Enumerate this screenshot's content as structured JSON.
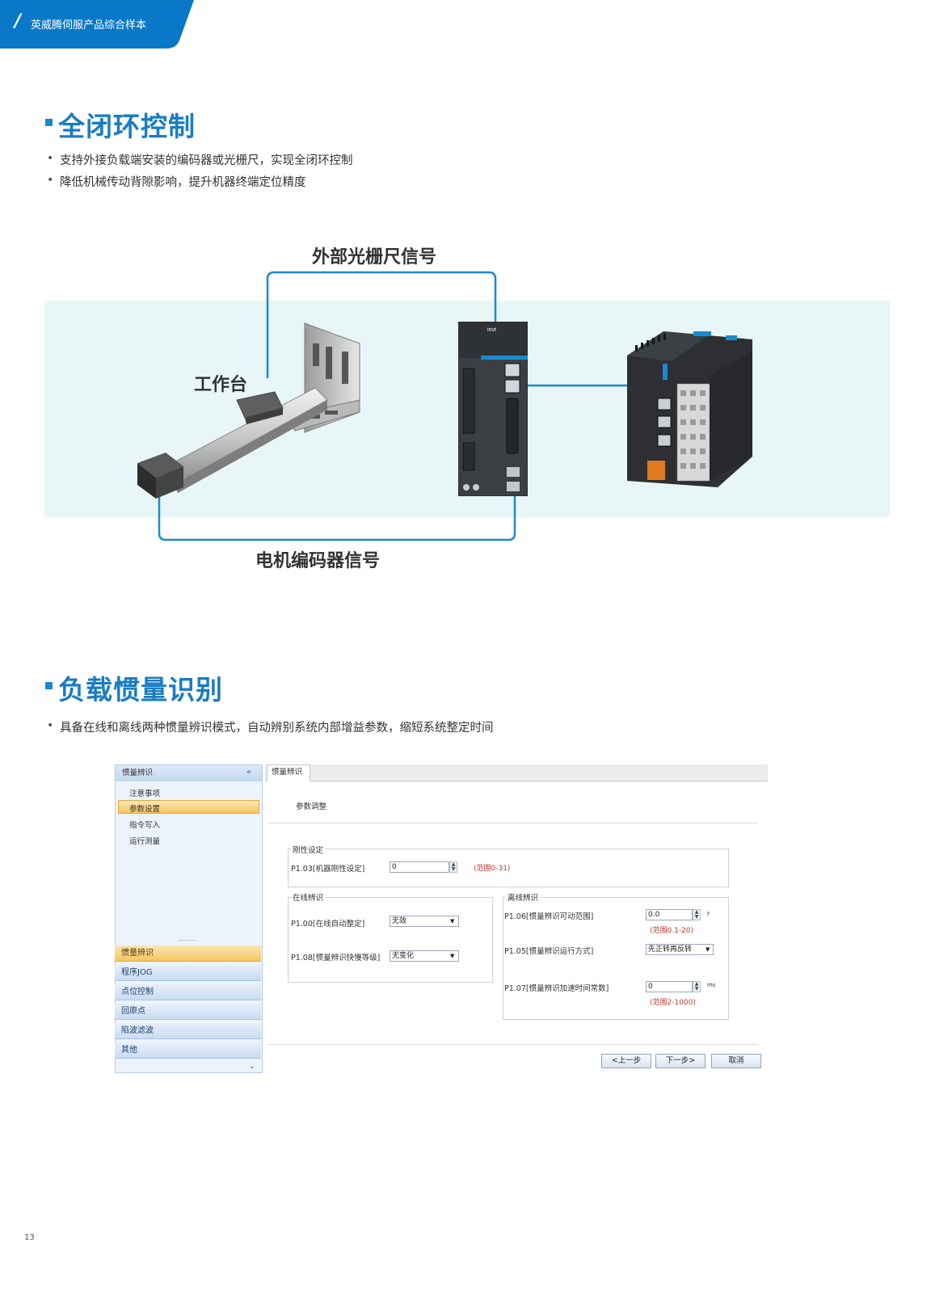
{
  "header": {
    "tab_label": "英威腾伺服产品综合样本",
    "accent_color": "#0a78c8"
  },
  "section1": {
    "title": "全闭环控制",
    "bullets": [
      "支持外接负载端安装的编码器或光栅尺，实现全闭环控制",
      "降低机械传动背隙影响，提升机器终端定位精度"
    ]
  },
  "diagram": {
    "label_top": "外部光栅尺信号",
    "label_workbench": "工作台",
    "label_bottom": "电机编码器信号",
    "drive_brand": "invt",
    "line_color": "#1a8ad0",
    "band_color": "#e8f6f8"
  },
  "section2": {
    "title": "负载惯量识别",
    "bullets": [
      "具备在线和离线两种惯量辨识模式，自动辨别系统内部增益参数，缩短系统整定时间"
    ]
  },
  "ui": {
    "sidebar_header": "惯量辨识",
    "collapse_icon": "«",
    "sidebar_items": [
      "注意事项",
      "参数设置",
      "指令写入",
      "运行测量"
    ],
    "sidebar_tabs": [
      "惯量辨识",
      "程序JOG",
      "点位控制",
      "回原点",
      "陷波滤波",
      "其他"
    ],
    "tab_title": "惯量辨识",
    "panel_title": "参数调整",
    "rigidity": {
      "group": "刚性设定",
      "label": "P1.03[机器刚性设定]",
      "value": "0",
      "range": "(范围0-31)"
    },
    "online": {
      "group": "在线辨识",
      "p100_label": "P1.00[在线自动整定]",
      "p100_value": "无效",
      "p108_label": "P1.08[惯量辨识快慢等级]",
      "p108_value": "无变化"
    },
    "offline": {
      "group": "离线辨识",
      "p106_label": "P1.06[惯量辨识可动范围]",
      "p106_value": "0.0",
      "p106_unit": "r",
      "p106_range": "(范围0.1-20)",
      "p105_label": "P1.05[惯量辨识运行方式]",
      "p105_value": "先正转再反转",
      "p107_label": "P1.07[惯量辨识加速时间常数]",
      "p107_value": "0",
      "p107_unit": "ms",
      "p107_range": "(范围2-1000)"
    },
    "buttons": {
      "prev": "<上一步",
      "next": "下一步>",
      "cancel": "取消"
    }
  },
  "page_number": "13"
}
